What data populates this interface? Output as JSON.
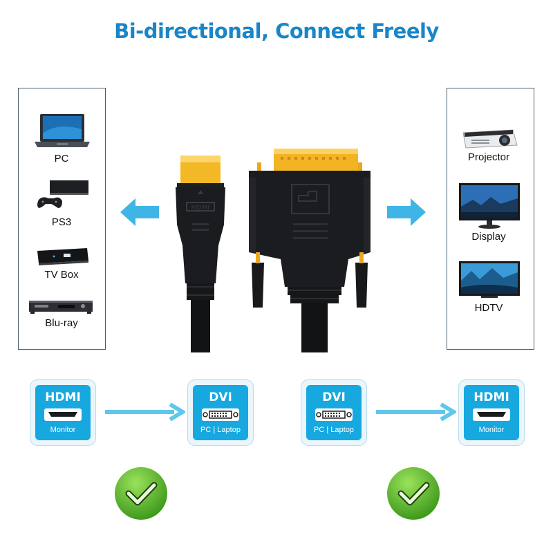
{
  "title": "Bi-directional, Connect Freely",
  "left_devices": [
    {
      "label": "PC",
      "icon": "laptop-icon"
    },
    {
      "label": "PS3",
      "icon": "game-console-icon"
    },
    {
      "label": "TV Box",
      "icon": "tv-box-icon"
    },
    {
      "label": "Blu-ray",
      "icon": "bluray-player-icon"
    }
  ],
  "right_devices": [
    {
      "label": "Projector",
      "icon": "projector-icon"
    },
    {
      "label": "Display",
      "icon": "display-icon"
    },
    {
      "label": "HDTV",
      "icon": "hdtv-icon"
    }
  ],
  "connections": [
    {
      "source": {
        "title": "HDMI",
        "sub": "Monitor"
      },
      "target": {
        "title": "DVI",
        "sub": "PC | Laptop"
      }
    },
    {
      "source": {
        "title": "DVI",
        "sub": "PC | Laptop"
      },
      "target": {
        "title": "HDMI",
        "sub": "Monitor"
      }
    }
  ],
  "colors": {
    "accent": "#1a86c8",
    "badge": "#17a8e0",
    "arrow": "#5fc7ea",
    "check": "#5cb82e",
    "gold": "#e9b632"
  }
}
